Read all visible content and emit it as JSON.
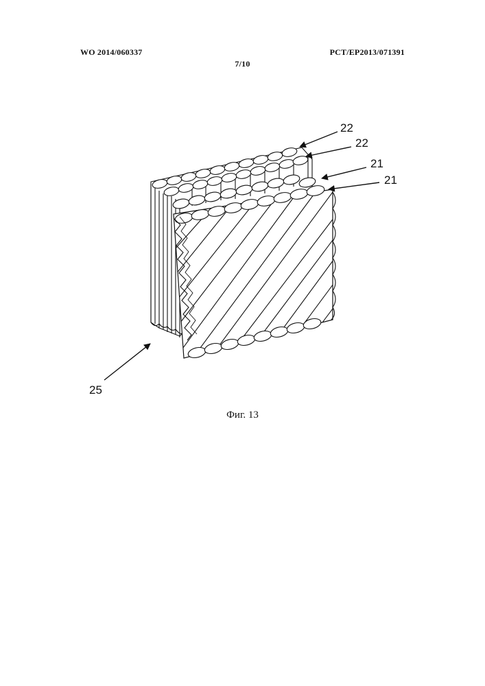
{
  "header": {
    "publication_number": "WO 2014/060337",
    "application_number": "PCT/EP2013/071391",
    "page": "7/10"
  },
  "figure": {
    "caption": "Фиг. 13",
    "reference_labels": [
      "22",
      "22",
      "21",
      "21",
      "25"
    ]
  }
}
